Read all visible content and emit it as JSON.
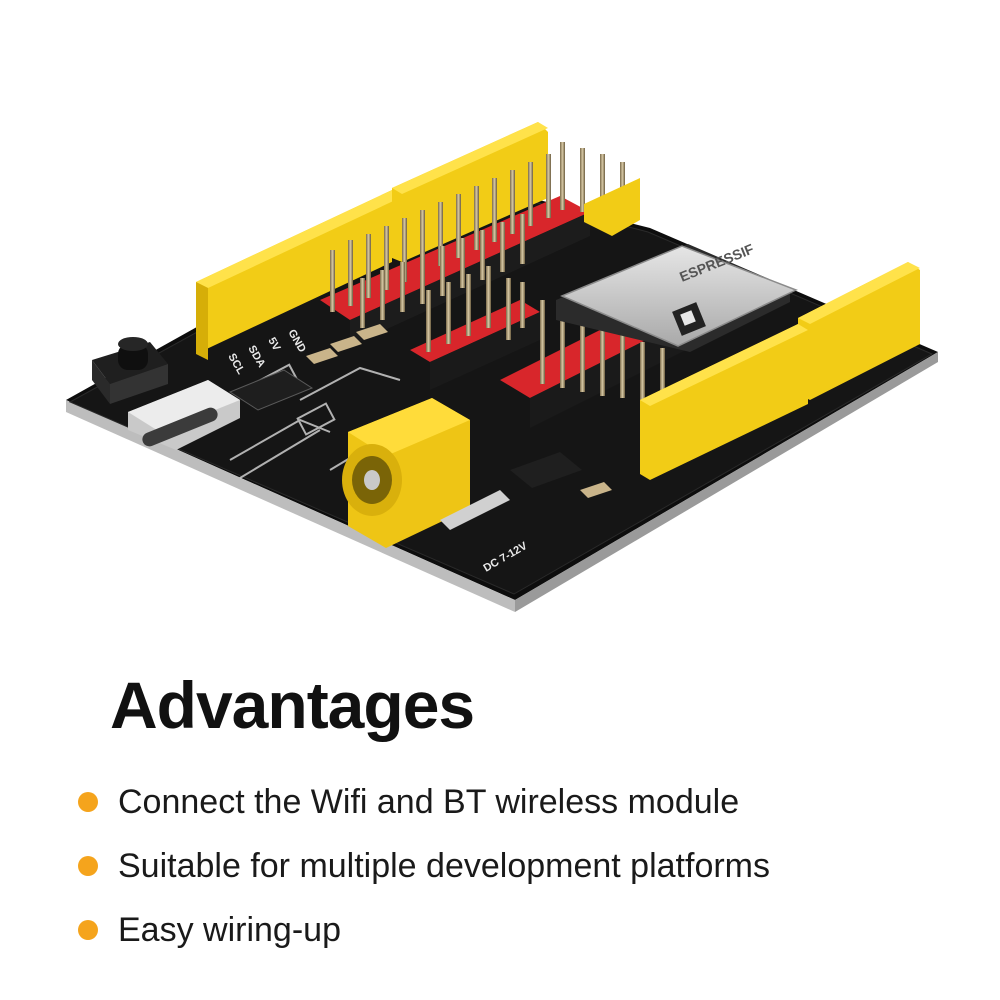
{
  "colors": {
    "bullet": "#f5a41c",
    "pcb": "#141414",
    "header_yellow": "#f2cc16",
    "pin_red": "#d8262b",
    "jack_yellow": "#eec515"
  },
  "board": {
    "module_brand": "ESPRESSIF",
    "pin_labels": [
      "GND",
      "5V",
      "SDA",
      "SCL"
    ],
    "power_label": "DC 7-12V"
  },
  "advantages": {
    "title": "Advantages",
    "items": [
      "Connect the Wifi and BT wireless module",
      "Suitable for multiple development platforms",
      "Easy wiring-up"
    ]
  }
}
